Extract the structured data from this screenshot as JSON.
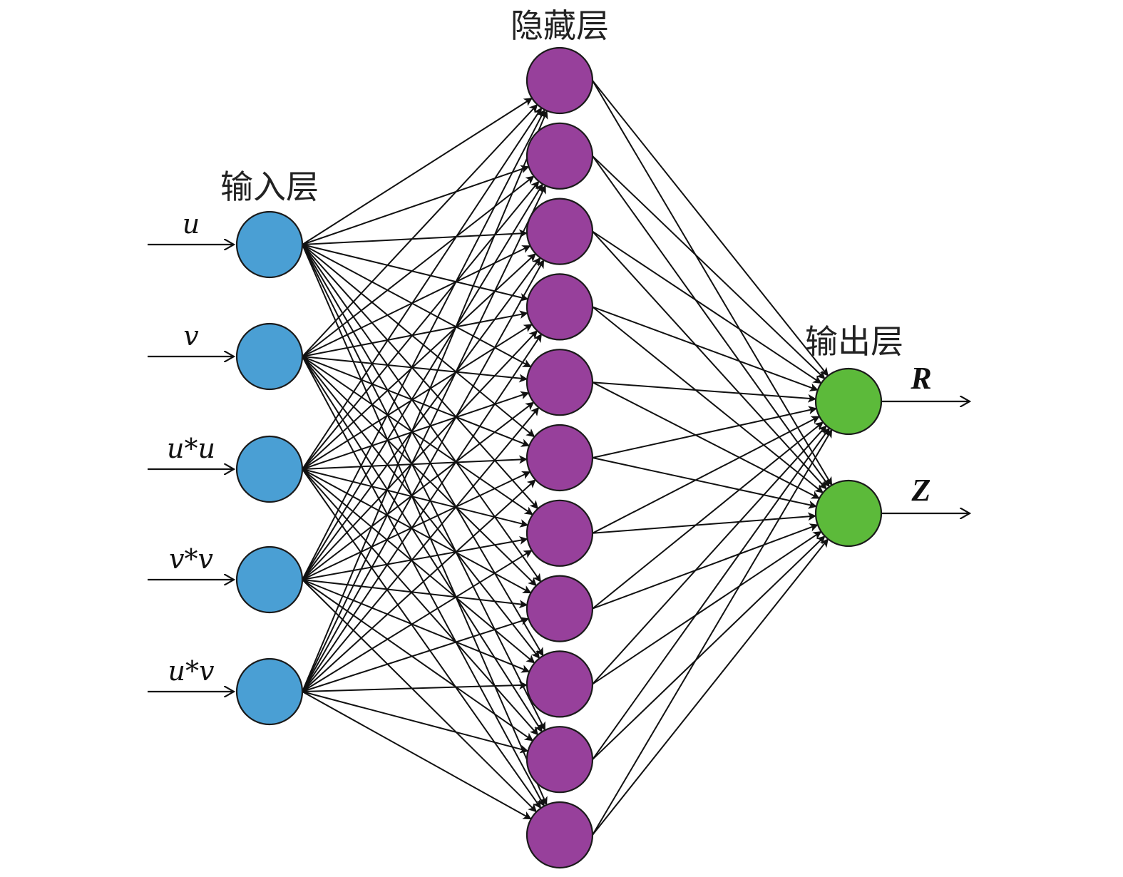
{
  "layers": {
    "input": {
      "title": "输入层",
      "labels": [
        "u",
        "v",
        "u*u",
        "v*v",
        "u*v"
      ],
      "color": "#4a9fd4"
    },
    "hidden": {
      "title": "隐藏层",
      "count": 11,
      "color": "#97409b"
    },
    "output": {
      "title": "输出层",
      "labels": [
        "R",
        "Z"
      ],
      "color": "#5cba3a"
    }
  }
}
